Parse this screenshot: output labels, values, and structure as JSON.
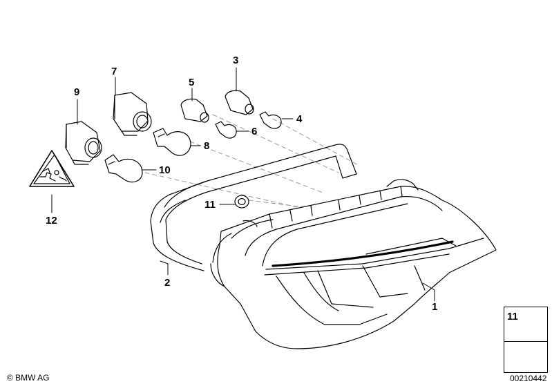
{
  "callouts": {
    "c1": "1",
    "c2": "2",
    "c3": "3",
    "c4": "4",
    "c5": "5",
    "c6": "6",
    "c7": "7",
    "c8": "8",
    "c9": "9",
    "c10": "10",
    "c11": "11",
    "c12": "12"
  },
  "legend": {
    "part_number": "11"
  },
  "footer": {
    "copyright": "© BMW AG",
    "diagram_id": "00210442"
  },
  "colors": {
    "line": "#000000",
    "dashed_guide": "#888888",
    "background": "#ffffff"
  }
}
